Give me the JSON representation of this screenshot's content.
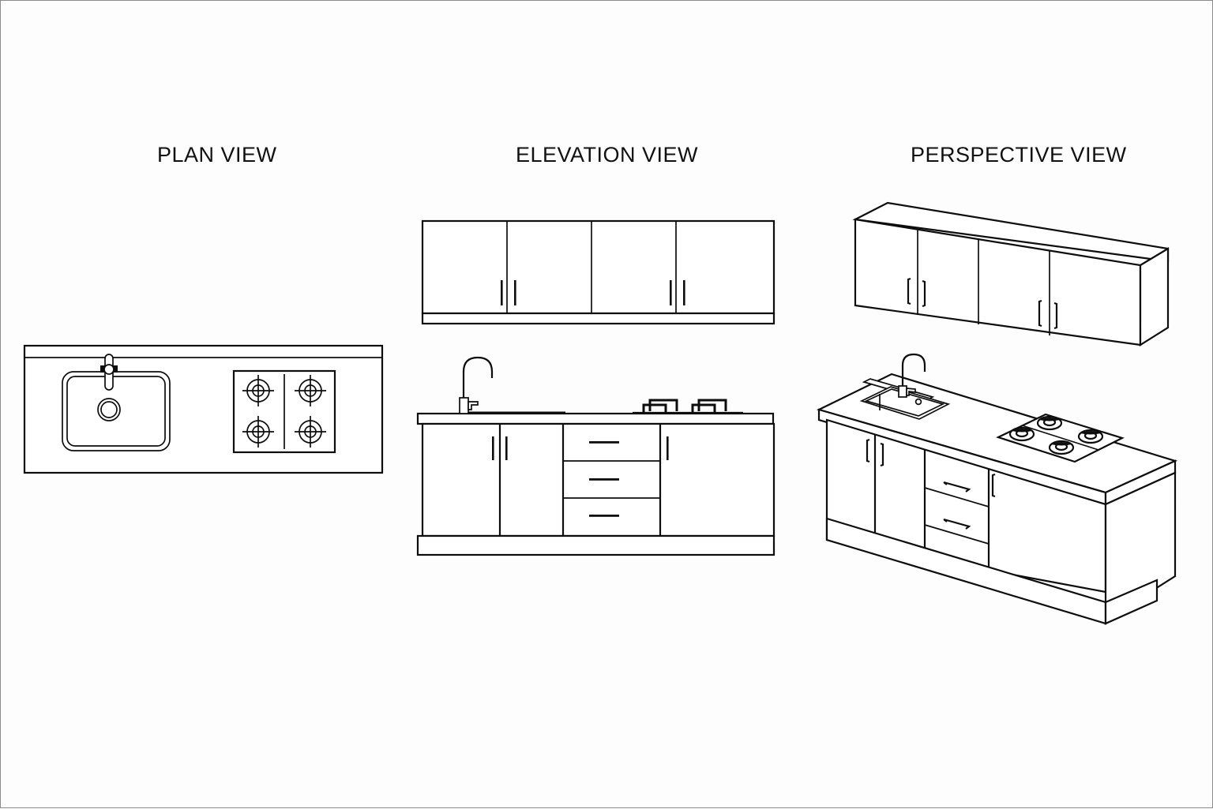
{
  "document": {
    "type": "technical-drawing",
    "subject": "kitchen-cabinet-unit",
    "background_color": "#fdfdfd",
    "line_color": "#0d0d0d",
    "border_color": "#8a8a8a"
  },
  "views": {
    "plan": {
      "title": "PLAN VIEW",
      "components": [
        {
          "name": "countertop-outline",
          "label": "Countertop"
        },
        {
          "name": "backsplash-strip",
          "label": "Backsplash"
        },
        {
          "name": "sink-basin",
          "label": "Sink basin"
        },
        {
          "name": "sink-drain",
          "label": "Drain"
        },
        {
          "name": "faucet-plan",
          "label": "Faucet"
        },
        {
          "name": "cooktop-panel",
          "label": "Cooktop"
        },
        {
          "name": "burner",
          "label": "Burner",
          "count": 4
        }
      ]
    },
    "elevation": {
      "title": "ELEVATION VIEW",
      "components": [
        {
          "name": "upper-cabinet-run",
          "label": "Wall cabinets",
          "doors": 4
        },
        {
          "name": "countertop",
          "label": "Countertop"
        },
        {
          "name": "faucet-elevation",
          "label": "Gooseneck faucet"
        },
        {
          "name": "cooktop-grates",
          "label": "Cooktop grates",
          "burners": 4
        },
        {
          "name": "base-door",
          "label": "Base doors",
          "count": 3
        },
        {
          "name": "base-drawer",
          "label": "Base drawers",
          "count": 3
        },
        {
          "name": "toe-kick",
          "label": "Toe kick"
        }
      ]
    },
    "perspective": {
      "title": "PERSPECTIVE VIEW",
      "components": [
        {
          "name": "upper-cabinet-run-3d",
          "label": "Wall cabinets",
          "doors": 4
        },
        {
          "name": "countertop-3d",
          "label": "Countertop"
        },
        {
          "name": "sink-3d",
          "label": "Sink"
        },
        {
          "name": "faucet-3d",
          "label": "Faucet"
        },
        {
          "name": "cooktop-3d",
          "label": "Cooktop",
          "burners": 4
        },
        {
          "name": "base-door-3d",
          "label": "Base doors",
          "count": 3
        },
        {
          "name": "base-drawer-3d",
          "label": "Base drawers",
          "count": 3
        },
        {
          "name": "toe-kick-3d",
          "label": "Toe kick"
        }
      ]
    }
  }
}
